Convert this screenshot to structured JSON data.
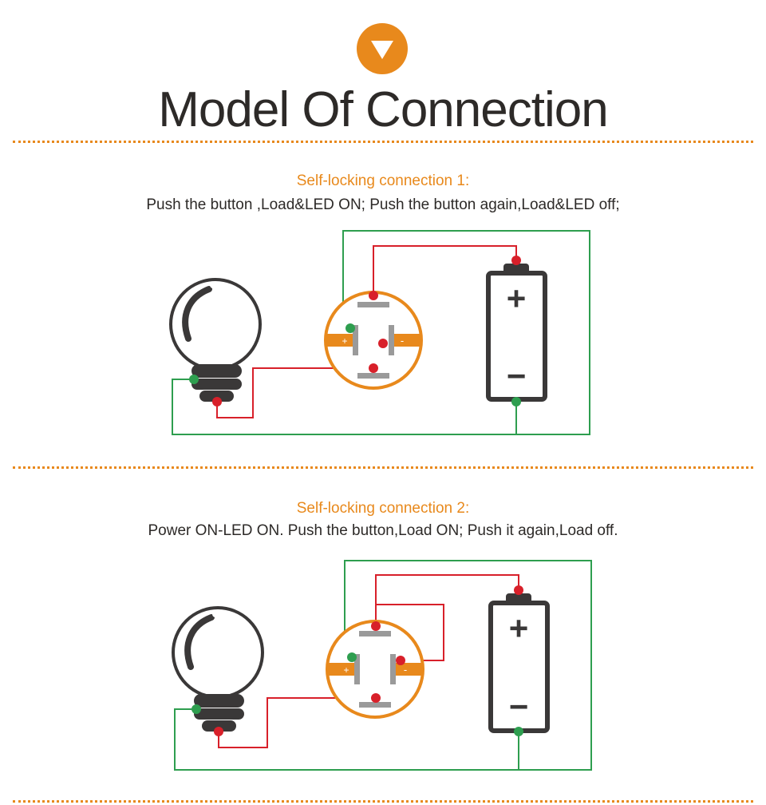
{
  "page": {
    "title": "Model Of Connection",
    "badge_icon": "down-triangle-icon",
    "accent_color": "#e8891c",
    "wire_green": "#2e9e4f",
    "wire_red": "#d8202a",
    "ink_color": "#3a3838"
  },
  "sections": [
    {
      "title": "Self-locking connection 1:",
      "description": "Push the button ,Load&LED ON; Push the button again,Load&LED off;",
      "switch_labels": {
        "left": "+",
        "right": "-"
      },
      "battery_labels": {
        "top": "+",
        "bottom": "−"
      }
    },
    {
      "title": "Self-locking connection 2:",
      "description": "Power ON-LED ON.  Push the button,Load ON;  Push it again,Load off.",
      "switch_labels": {
        "left": "+",
        "right": "-"
      },
      "battery_labels": {
        "top": "+",
        "bottom": "−"
      }
    }
  ]
}
